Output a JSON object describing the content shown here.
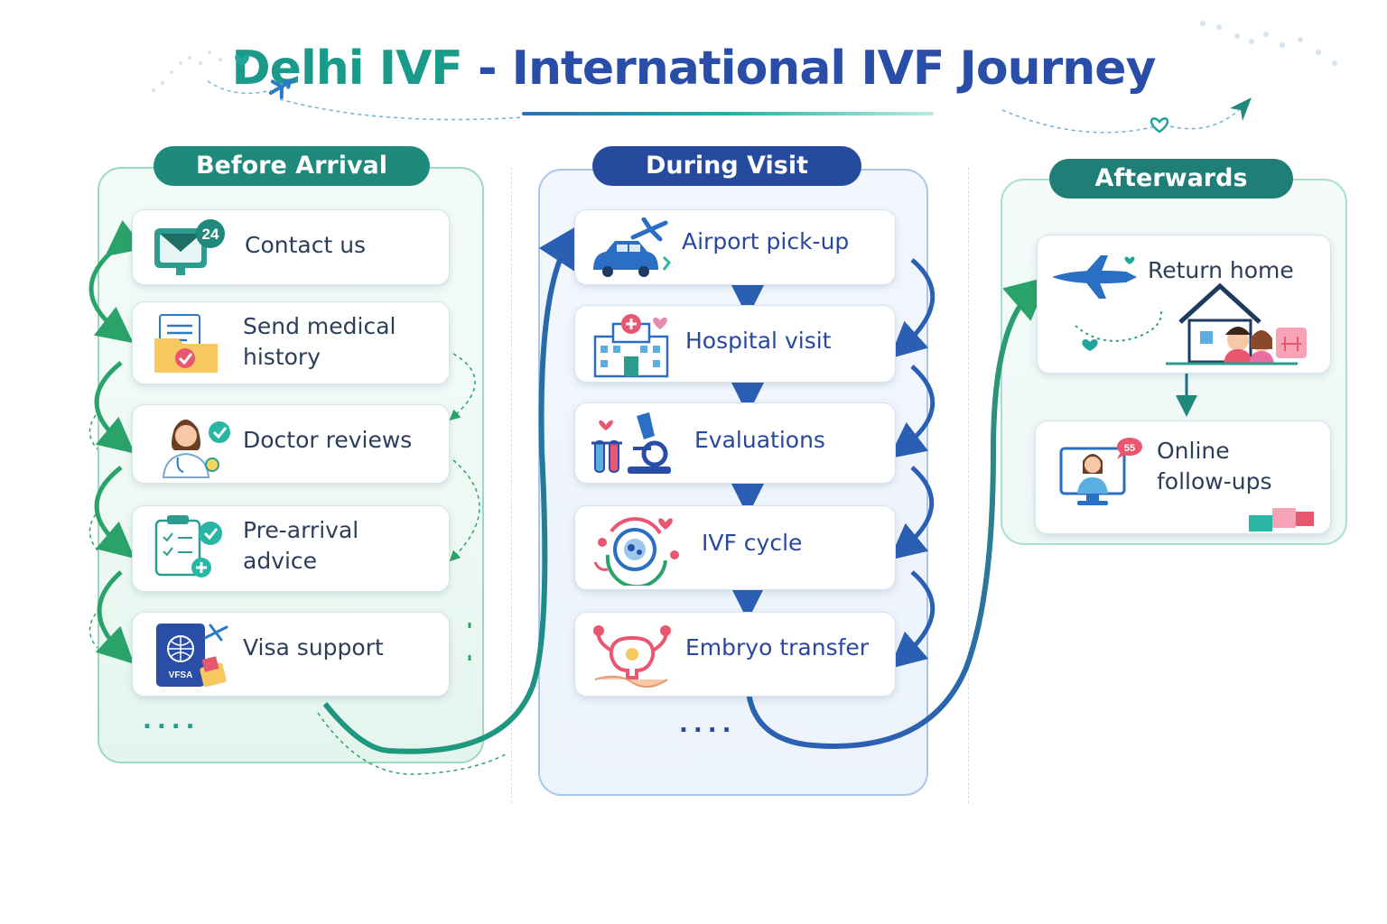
{
  "title": {
    "part1": "Delhi IVF",
    "separator": " - ",
    "part2": "International IVF Journey"
  },
  "colors": {
    "teal": "#1f8a7c",
    "navy": "#254a9e",
    "green": "#2aa36b",
    "pink": "#e8576f"
  },
  "columns": {
    "before": {
      "header": "Before Arrival",
      "steps": [
        {
          "line1": "Contact us",
          "line2": "",
          "icon": "email-24-icon"
        },
        {
          "line1": "Send medical",
          "line2": "history",
          "icon": "medical-folder-icon"
        },
        {
          "line1": "Doctor reviews",
          "line2": "",
          "icon": "doctor-icon"
        },
        {
          "line1": "Pre-arrival",
          "line2": "advice",
          "icon": "clipboard-icon"
        },
        {
          "line1": "Visa support",
          "line2": "",
          "icon": "passport-icon"
        }
      ],
      "ellipsis": "...."
    },
    "during": {
      "header": "During Visit",
      "steps": [
        {
          "line1": "Airport pick-up",
          "icon": "car-plane-icon"
        },
        {
          "line1": "Hospital visit",
          "icon": "hospital-icon"
        },
        {
          "line1": "Evaluations",
          "icon": "microscope-icon"
        },
        {
          "line1": "IVF cycle",
          "icon": "ivf-cycle-icon"
        },
        {
          "line1": "Embryo transfer",
          "icon": "uterus-icon"
        }
      ],
      "ellipsis": "...."
    },
    "after": {
      "header": "Afterwards",
      "steps": [
        {
          "line1": "Return home",
          "line2": "",
          "icon": "plane-family-home-icon"
        },
        {
          "line1": "Online",
          "line2": "follow-ups",
          "icon": "video-call-icon"
        }
      ]
    }
  },
  "icon_text": {
    "contact_badge": "24",
    "visa_badge": "VFSA",
    "chat_badge": "55"
  }
}
